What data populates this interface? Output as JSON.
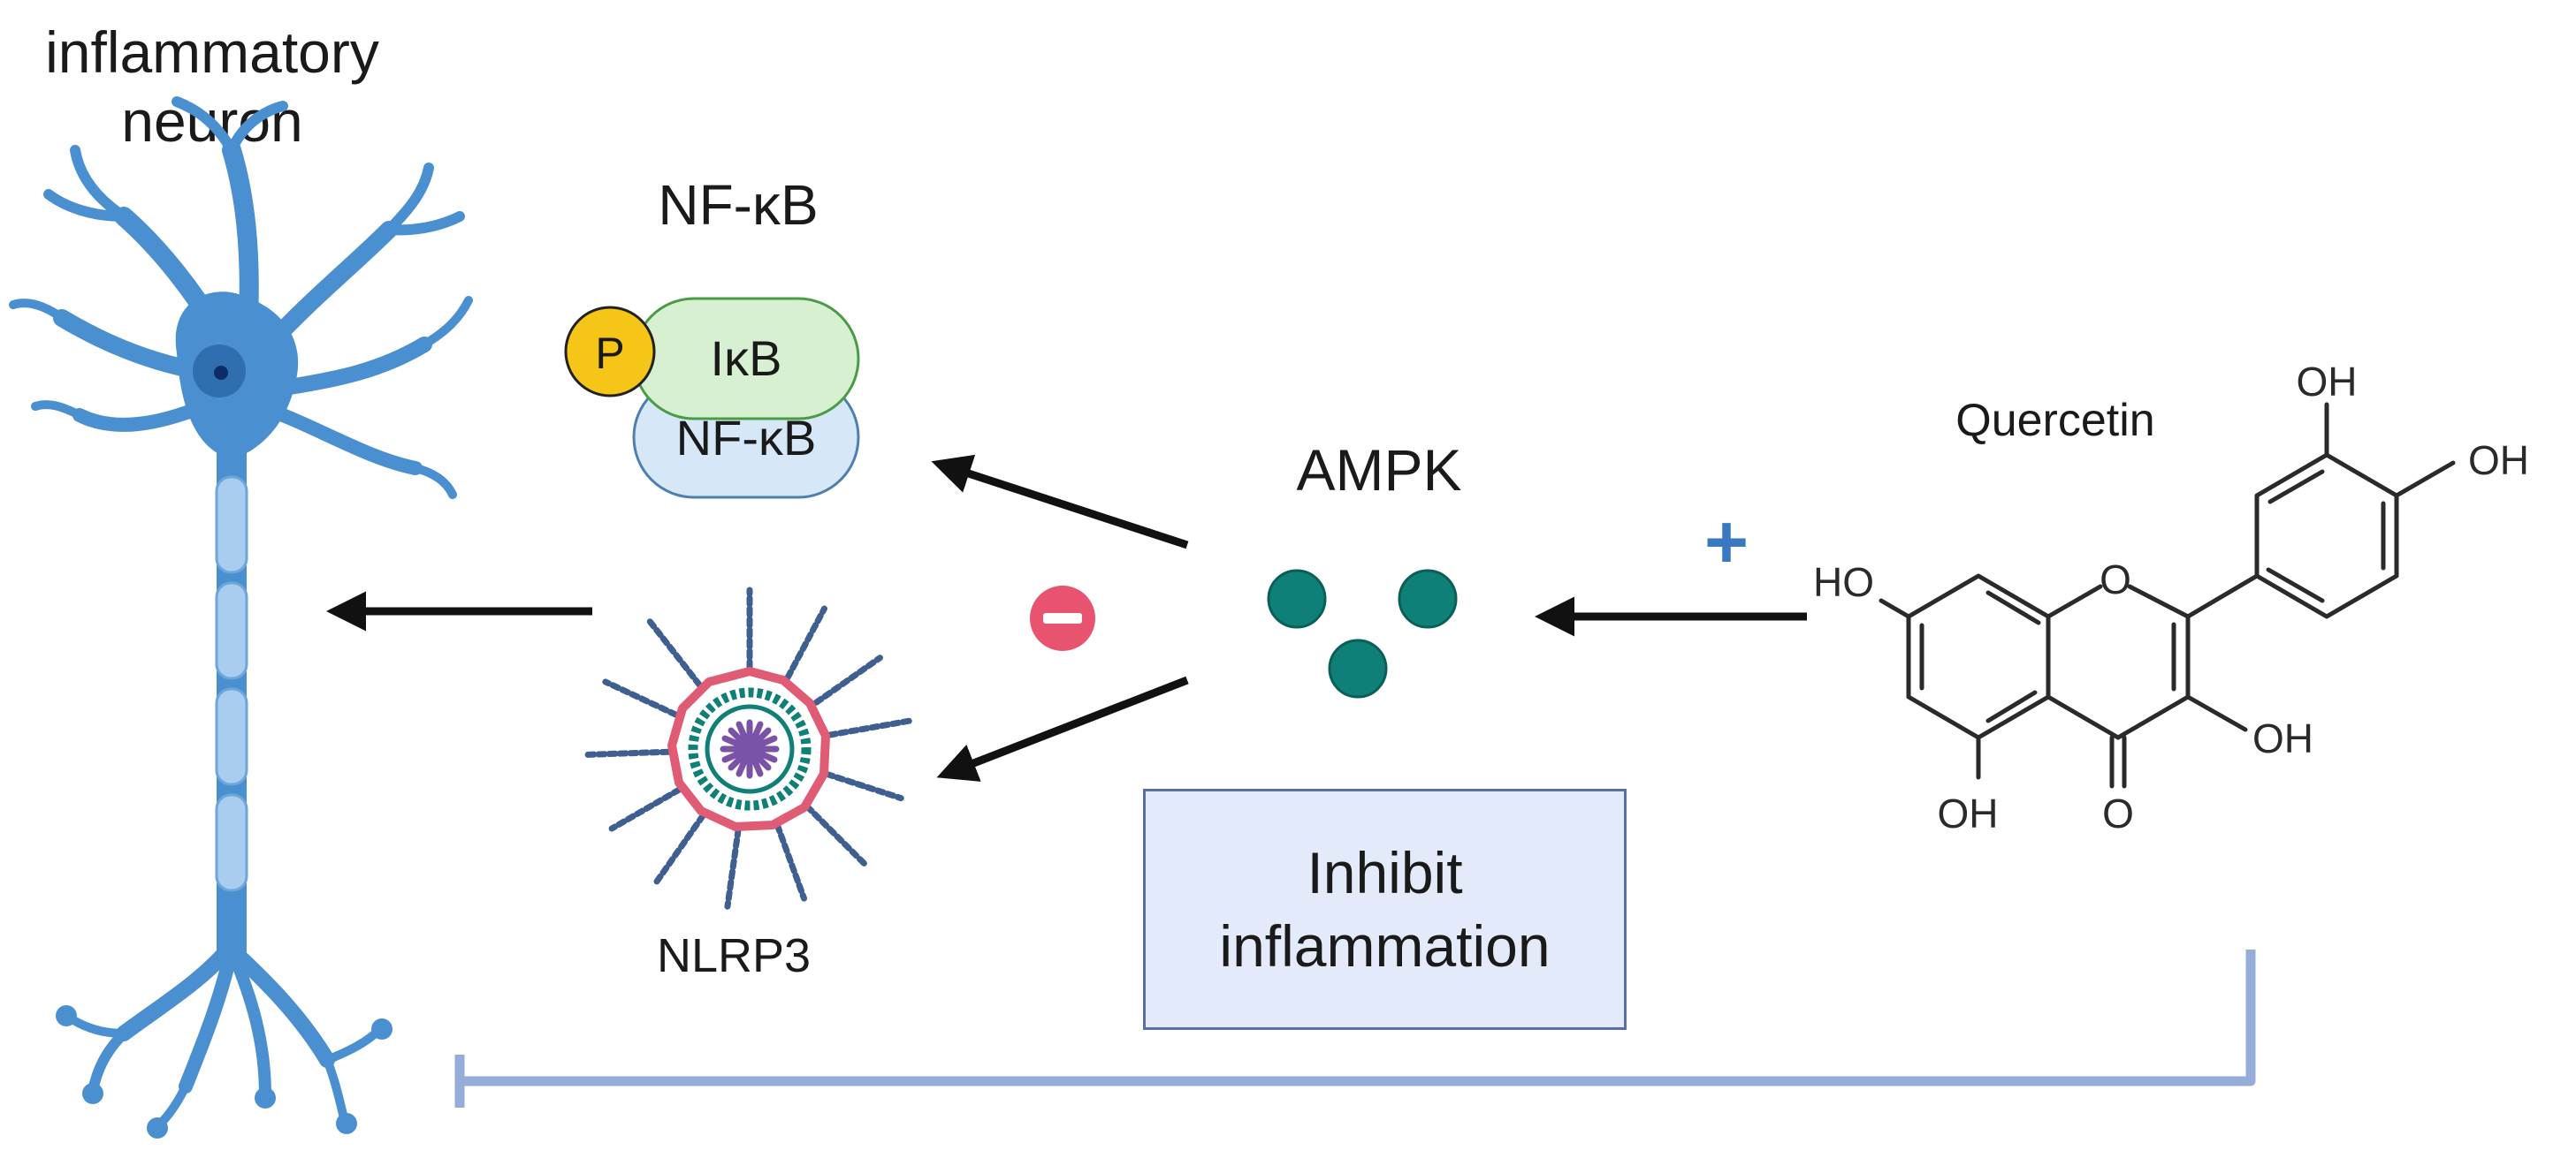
{
  "labels": {
    "neuron_line1": "inflammatory",
    "neuron_line2": "neuron",
    "nfkb_title": "NF-κB",
    "phospho": "P",
    "ikb": "IκB",
    "nfkb": "NF-κB",
    "nlrp3": "NLRP3",
    "ampk": "AMPK",
    "quercetin": "Quercetin",
    "plus_sign": "+",
    "inhibit_box": "Inhibit\ninflammation"
  },
  "molecule_labels": {
    "oh_top": "OH",
    "oh_right": "OH",
    "ho_left": "HO",
    "o_ring": "O",
    "oh_mid": "OH",
    "oh_bottom": "OH",
    "o_keto": "O"
  },
  "colors": {
    "neuron": "#4a90d0",
    "neuron_dark": "#2f6fb0",
    "phospho": "#f5c518",
    "ikb_fill": "#d7f0d2",
    "ikb_stroke": "#4a9b45",
    "nfkb_fill": "#d6e8f7",
    "nfkb_stroke": "#4d7fb0",
    "ampk_dot": "#0e8078",
    "minus": "#e8546f",
    "plus": "#3a78c0",
    "inhibit_line": "#94aed8",
    "arrow": "#111111"
  }
}
